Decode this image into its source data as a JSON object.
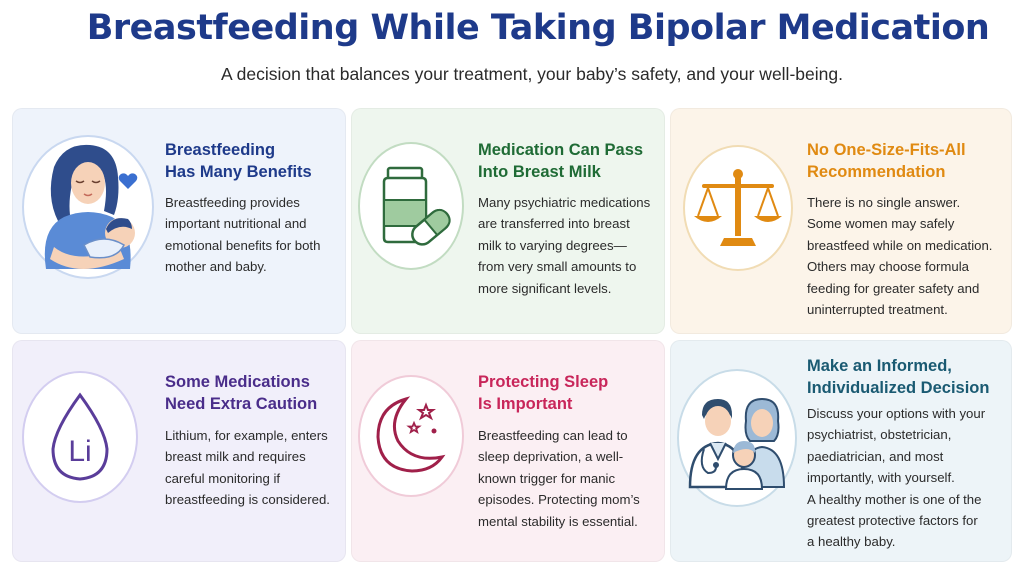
{
  "header": {
    "title": "Breastfeeding While Taking Bipolar Medication",
    "subtitle": "A decision that balances your treatment, your baby’s safety, and your well-being."
  },
  "colors": {
    "title": "#1e3a8a",
    "blue": "#1e3a8a",
    "green": "#1f6b35",
    "orange": "#e08a12",
    "purple": "#4a2d8a",
    "pink": "#c8265a",
    "teal": "#1a5a72"
  },
  "cards": [
    {
      "icon": "breastfeeding-mother-icon",
      "heading_lines": [
        "Breastfeeding",
        "Has Many Benefits"
      ],
      "body_lines": [
        "Breastfeeding provides",
        "important nutritional and",
        "emotional benefits for both",
        "mother and baby."
      ]
    },
    {
      "icon": "medication-bottle-pill-icon",
      "heading_lines": [
        "Medication Can Pass",
        "Into Breast Milk"
      ],
      "body_lines": [
        "Many psychiatric medications",
        "are transferred into breast",
        "milk to varying degrees—",
        "from very small amounts to",
        "more significant levels."
      ]
    },
    {
      "icon": "balance-scale-icon",
      "heading_lines": [
        "No One-Size-Fits-All",
        "Recommendation"
      ],
      "body_lines": [
        "There is no single answer.",
        "Some women may safely",
        "breastfeed while on medication.",
        "Others may choose formula",
        "feeding for greater safety and",
        "uninterrupted treatment."
      ]
    },
    {
      "icon": "lithium-drop-icon",
      "icon_text": "Li",
      "heading_lines": [
        "Some Medications",
        "Need Extra Caution"
      ],
      "body_lines": [
        "Lithium, for example, enters",
        "breast milk and requires",
        "careful monitoring if",
        "breastfeeding is considered."
      ]
    },
    {
      "icon": "moon-stars-icon",
      "heading_lines": [
        "Protecting Sleep",
        "Is Important"
      ],
      "body_lines": [
        "Breastfeeding can lead to",
        "sleep deprivation, a well-",
        "known trigger for manic",
        "episodes. Protecting mom’s",
        "mental stability is essential."
      ]
    },
    {
      "icon": "doctor-mother-child-icon",
      "heading_lines": [
        "Make an Informed,",
        "Individualized Decision"
      ],
      "body_lines": [
        "Discuss your options with your",
        "psychiatrist, obstetrician,",
        "paediatrician, and most",
        "importantly, with yourself.",
        "A healthy mother is one of the",
        "greatest protective factors for",
        "a healthy baby."
      ]
    }
  ]
}
